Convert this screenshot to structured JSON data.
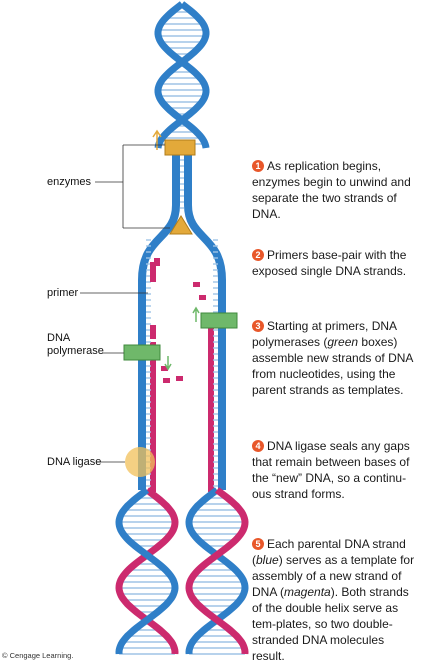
{
  "labels": {
    "enzymes": "enzymes",
    "primer": "primer",
    "dna_polymerase": "DNA\npolymerase",
    "dna_ligase": "DNA ligase"
  },
  "steps": [
    {
      "number": "1",
      "parts": [
        "As replication begins, enzymes begin to unwind and separate the two strands of DNA."
      ]
    },
    {
      "number": "2",
      "parts": [
        "Primers base-pair with the exposed single DNA strands."
      ]
    },
    {
      "number": "3",
      "parts": [
        "Starting at primers, DNA polymerases (",
        "green",
        " boxes) assemble new strands of DNA from nucleotides, using the parent strands as templates."
      ]
    },
    {
      "number": "4",
      "parts": [
        "DNA ligase seals any gaps that remain between bases of the “new” DNA, so a continu-ous strand forms."
      ]
    },
    {
      "number": "5",
      "parts": [
        "Each parental DNA strand (",
        "blue",
        ") serves as a template for assembly of a new strand of DNA (",
        "magenta",
        "). Both strands of the double helix serve as tem-plates, so two double-stranded DNA molecules result."
      ]
    }
  ],
  "credit": "© Cengage Learning.",
  "colors": {
    "parent_strand": "#2f7fc8",
    "new_strand": "#cc2a6e",
    "enzyme": "#e3a93a",
    "polymerase": "#6fb86a",
    "step_badge": "#e8572a"
  }
}
